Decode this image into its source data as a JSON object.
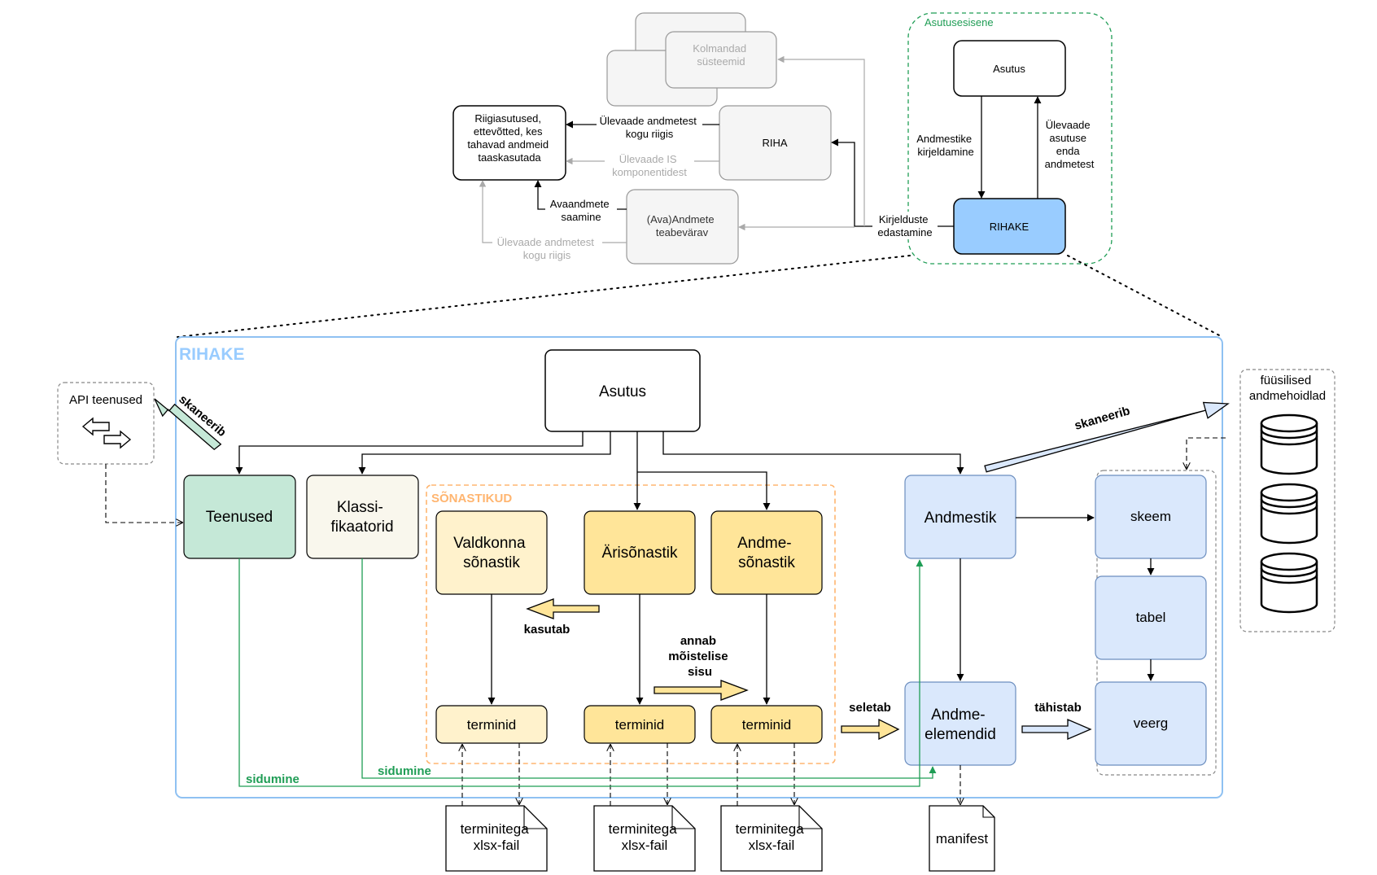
{
  "top": {
    "kolmandad": "Kolmandad süsteemid",
    "riigiasutused": "Riigiasutused, ettevõtted, kes tahavad andmeid taaskasutada",
    "riha": "RIHA",
    "teabevarav": "(Ava)Andmete teabevärav",
    "asutusesisene": "Asutusesisene",
    "asutus": "Asutus",
    "rihake": "RIHAKE",
    "ulevaade_riigis": "Ülevaade andmetest kogu riigis",
    "ulevaade_is": "Ülevaade IS komponentidest",
    "avaandmete_saamine": "Avaandmete saamine",
    "ulevaade_riigis_2": "Ülevaade andmetest kogu riigis",
    "kirjelduste_edastamine": "Kirjelduste edastamine",
    "andmestike_kirjeldamine": "Andmestike kirjeldamine",
    "ulevaade_asutuse": "Ülevaade asutuse enda andmetest"
  },
  "main": {
    "rihake_title": "RIHAKE",
    "asutus": "Asutus",
    "api_teenused": "API teenused",
    "skaneerib_left": "skaneerib",
    "teenused": "Teenused",
    "klassifikaatorid": "Klassi- fikaatorid",
    "sonastikud": "SÕNASTIKUD",
    "valdkonna": "Valdkonna sõnastik",
    "arisonastik": "Ärisõnastik",
    "andmesonastik": "Andme- sõnastik",
    "kasutab": "kasutab",
    "annab": "annab mõistelise sisu",
    "terminid_1": "terminid",
    "terminid_2": "terminid",
    "terminid_3": "terminid",
    "sidumine_1": "sidumine",
    "sidumine_2": "sidumine",
    "seletab": "seletab",
    "andmestik": "Andmestik",
    "andmeelemendid": "Andme- elemendid",
    "tahistab": "tähistab",
    "skeem": "skeem",
    "tabel": "tabel",
    "veerg": "veerg",
    "fuusilised": "füüsilised andmehoidlad",
    "skaneerib_right": "skaneerib",
    "xlsx_1": "terminitega xlsx-fail",
    "xlsx_2": "terminitega xlsx-fail",
    "xlsx_3": "terminitega xlsx-fail",
    "manifest": "manifest"
  },
  "colors": {
    "green_fill": "#c5e8d7",
    "green_stroke": "#1f9d55",
    "blue_fill": "#dae8fc",
    "blue_stroke": "#8fc1f2",
    "yellow_fill": "#fff2cc",
    "gold_fill": "#ffe599",
    "orange_dash": "#ffb570",
    "grey_fill": "#f5f5f5",
    "cream_fill": "#f9f7ed",
    "rihake_fill": "#99ccff"
  }
}
